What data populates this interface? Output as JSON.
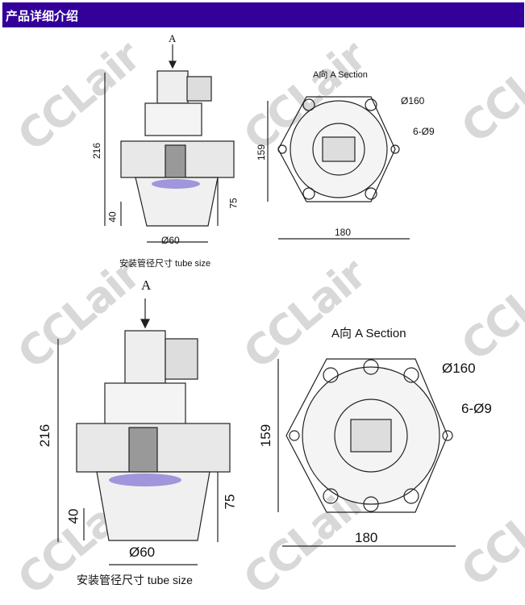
{
  "header": {
    "title": "产品详细介绍"
  },
  "watermark": "CCLair",
  "drawing_small": {
    "arrow_label": "A",
    "section_label": "A向 A Section",
    "dim_height": "216",
    "dim_159": "159",
    "dim_40": "40",
    "dim_75": "75",
    "dim_bore": "Ø60",
    "dim_pcd": "Ø160",
    "dim_holes": "6-Ø9",
    "dim_width": "180",
    "caption": "安装管径尺寸 tube size"
  },
  "drawing_large": {
    "arrow_label": "A",
    "section_label": "A向 A Section",
    "dim_height": "216",
    "dim_159": "159",
    "dim_40": "40",
    "dim_75": "75",
    "dim_bore": "Ø60",
    "dim_pcd": "Ø160",
    "dim_holes": "6-Ø9",
    "dim_width": "180",
    "caption": "安装管径尺寸 tube size"
  }
}
